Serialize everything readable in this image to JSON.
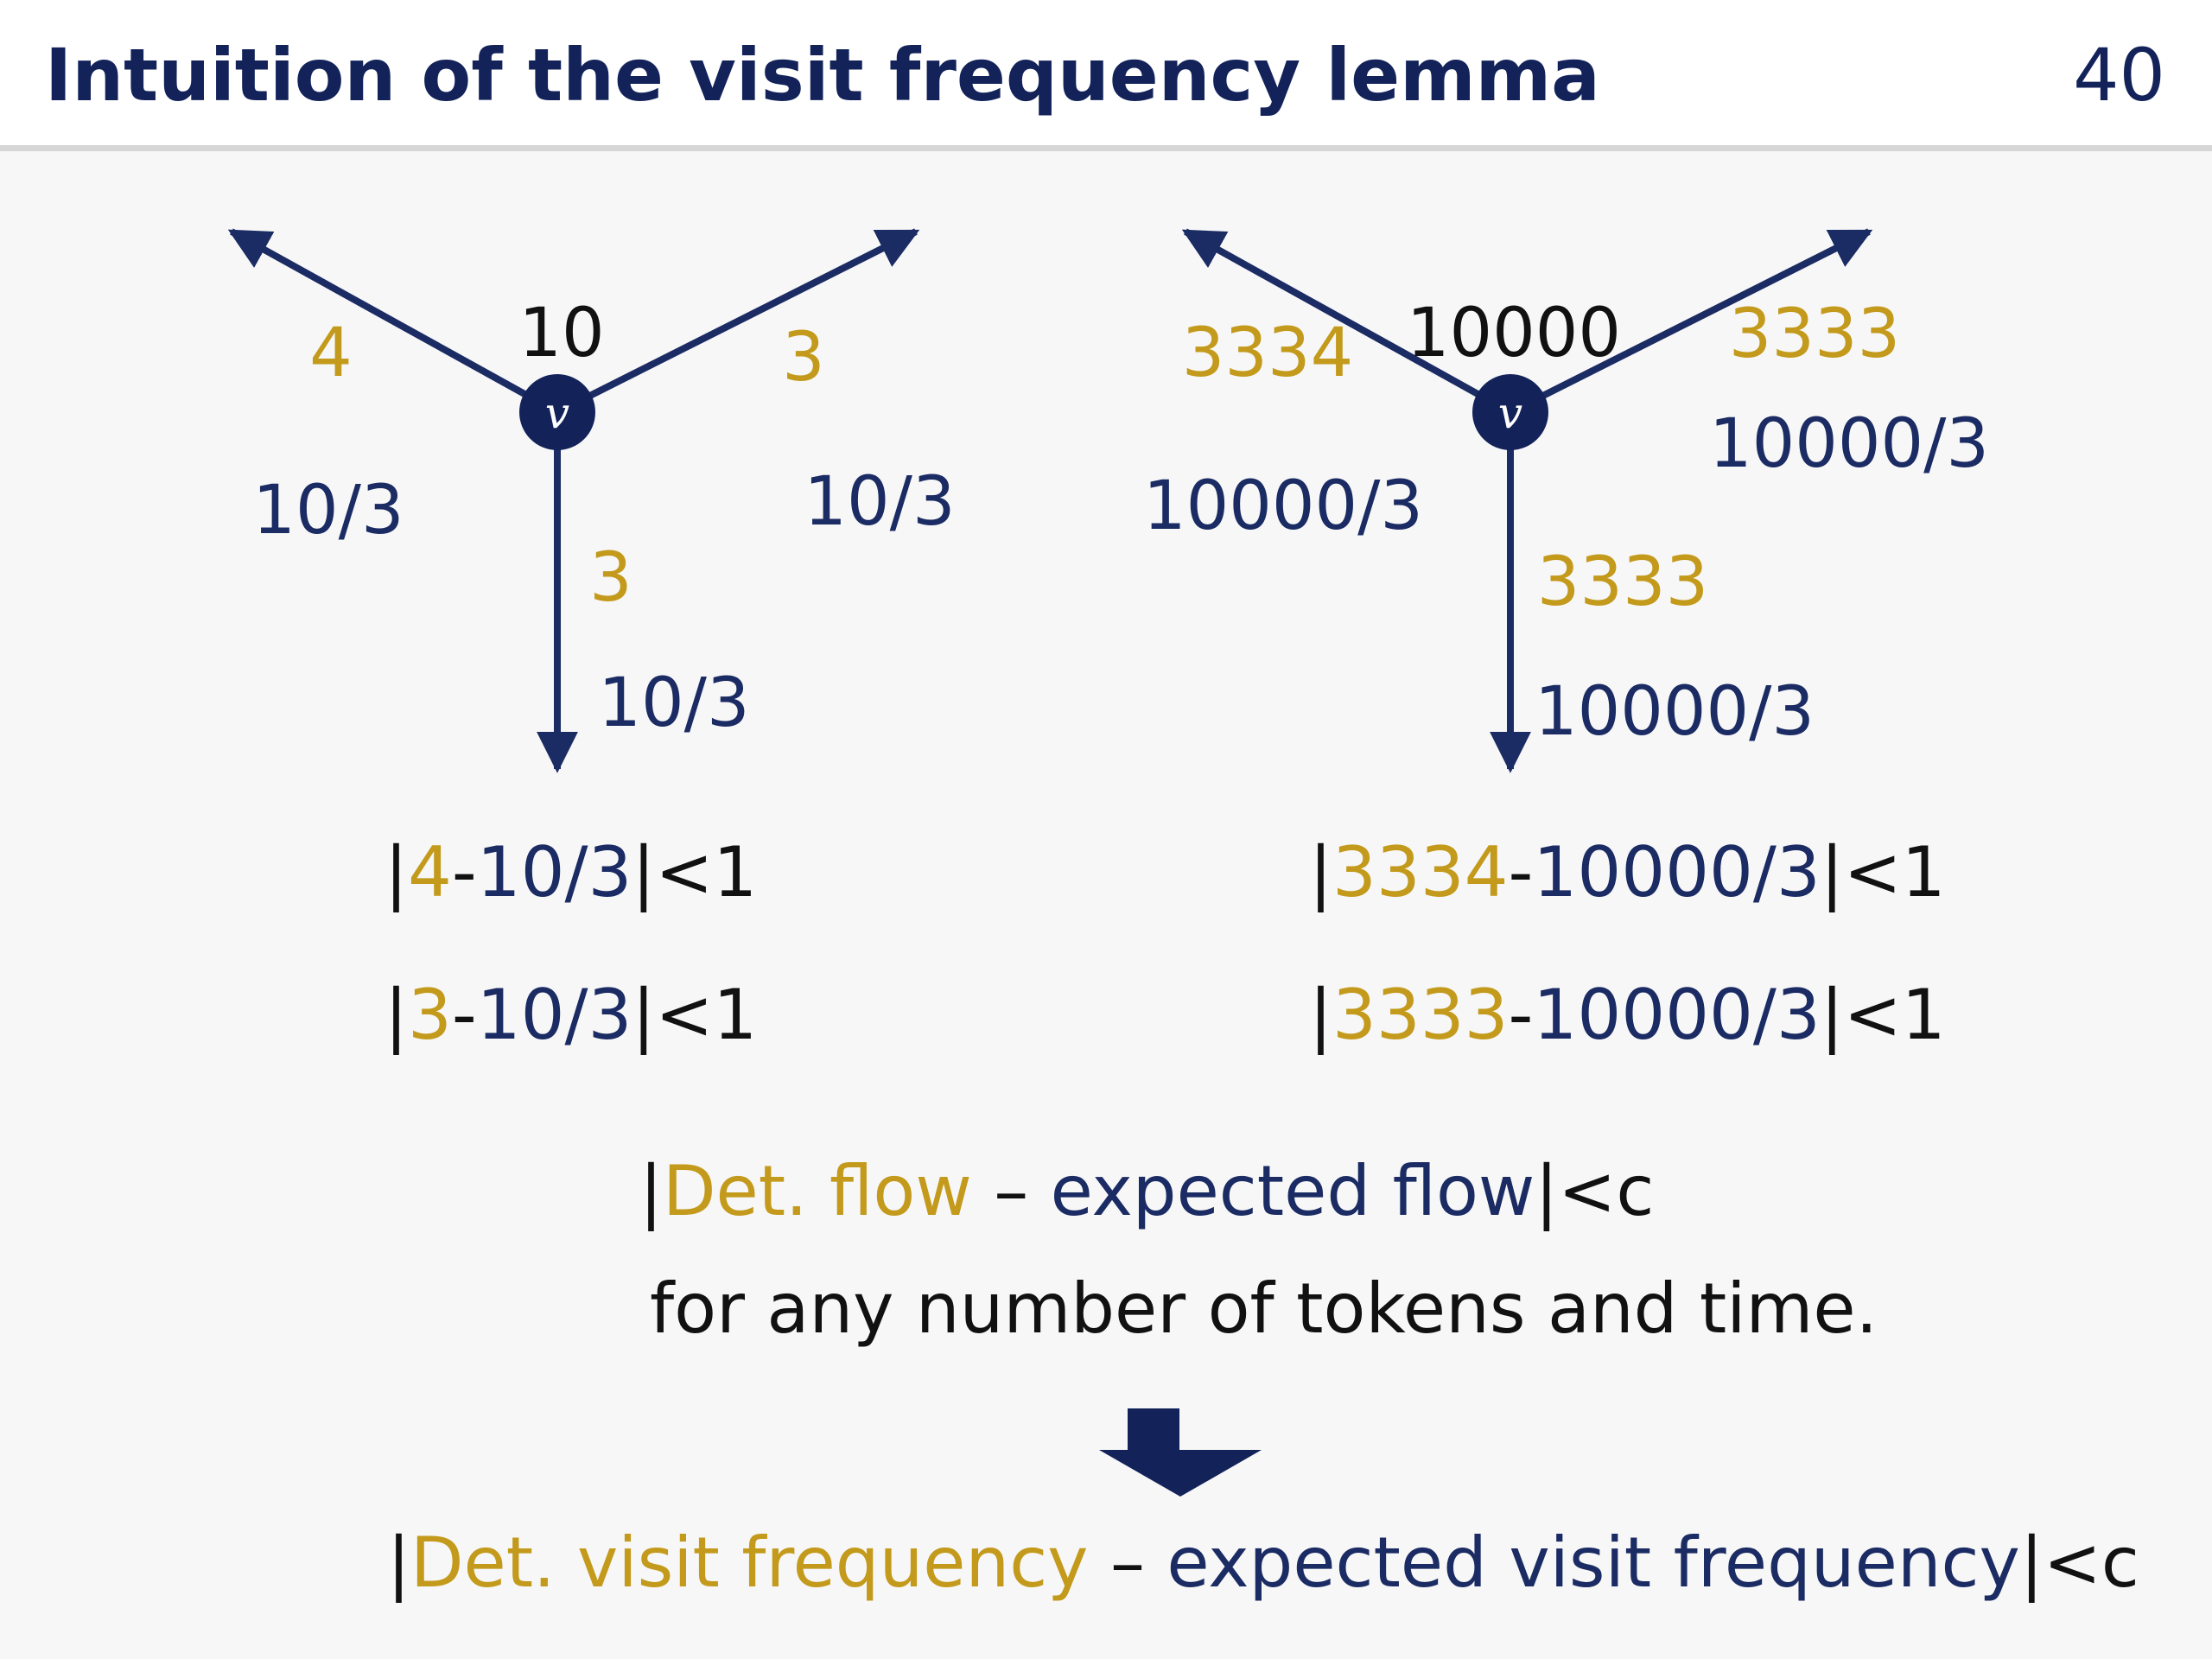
{
  "header": {
    "title": "Intuition of the visit frequency lemma",
    "page_number": "40"
  },
  "colors": {
    "title": "#13235a",
    "navy": "#1b2b63",
    "gold": "#c39a1b",
    "black": "#111111",
    "node_fill": "#13235a"
  },
  "diagram_left": {
    "node_label": "v",
    "token_count": "10",
    "edges": {
      "upper_left": {
        "det": "4",
        "expected": "10/3"
      },
      "upper_right": {
        "det": "3",
        "expected": "10/3"
      },
      "down": {
        "det": "3",
        "expected": "10/3"
      }
    },
    "inequalities": [
      {
        "open": "|",
        "det": "4",
        "mid": "-",
        "expected": "10/3",
        "close": "|<1"
      },
      {
        "open": "|",
        "det": "3",
        "mid": "-",
        "expected": "10/3",
        "close": "|<1"
      }
    ]
  },
  "diagram_right": {
    "node_label": "v",
    "token_count": "10000",
    "edges": {
      "upper_left": {
        "det": "3334",
        "expected": "10000/3"
      },
      "upper_right": {
        "det": "3333",
        "expected": "10000/3"
      },
      "down": {
        "det": "3333",
        "expected": "10000/3"
      }
    },
    "inequalities": [
      {
        "open": "|",
        "det": "3334",
        "mid": "-",
        "expected": "10000/3",
        "close": "|<1"
      },
      {
        "open": "|",
        "det": "3333",
        "mid": "-",
        "expected": "10000/3",
        "close": "|<1"
      }
    ]
  },
  "flow_statement": {
    "open": "|",
    "det": "Det. flow",
    "dash": " – ",
    "expected": "expected flow",
    "close": "|<c",
    "line2": "for any number of tokens and time."
  },
  "arrow_icon": "down-arrow-icon",
  "visit_statement": {
    "open": "|",
    "det": "Det. visit frequency",
    "dash": " – ",
    "expected": "expected visit frequency",
    "close": "|<c"
  }
}
